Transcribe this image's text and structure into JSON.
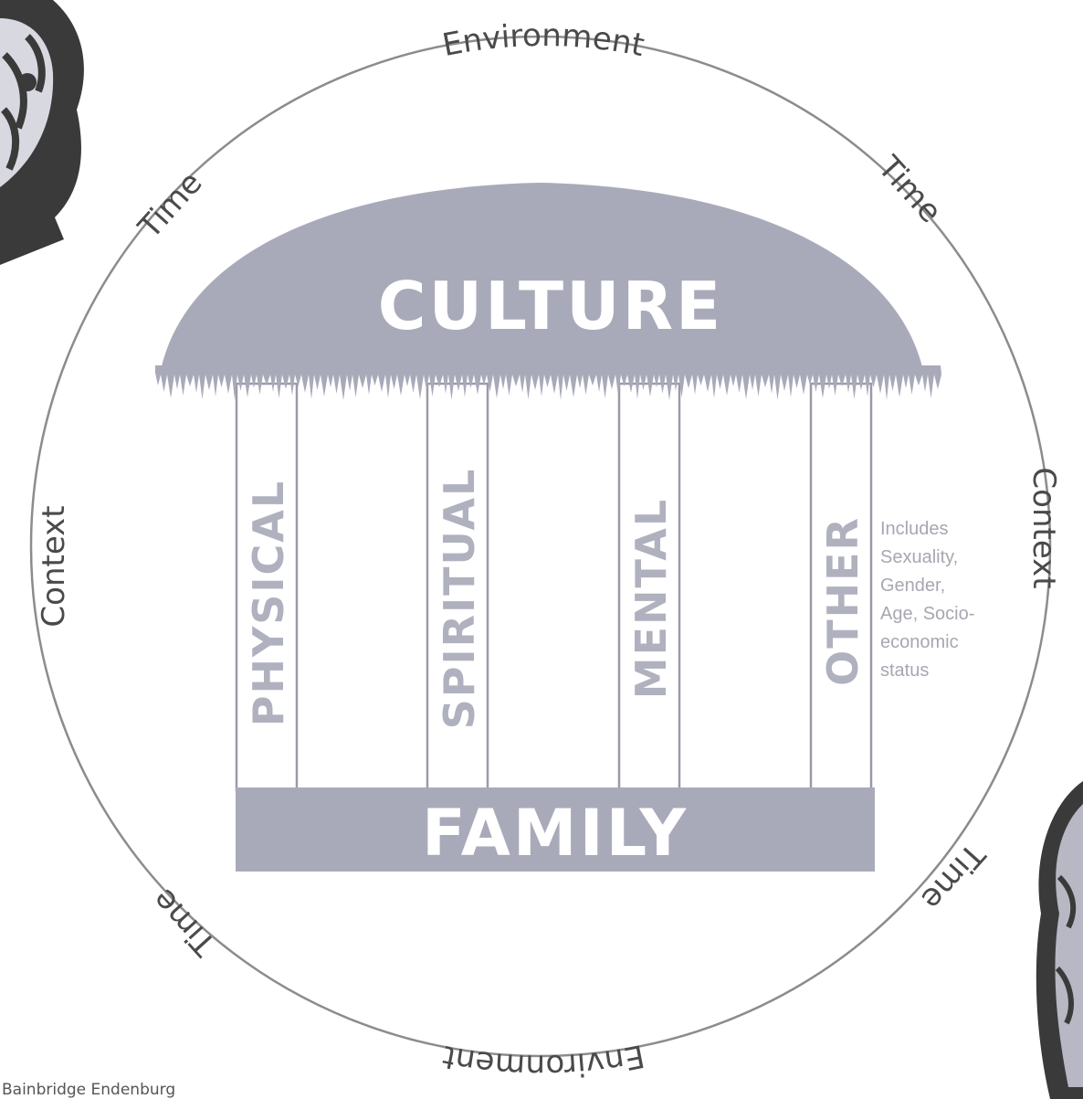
{
  "diagram": {
    "ring": {
      "top": "Environment",
      "bottom": "Environment",
      "left": "Context",
      "right": "Context",
      "upper_left": "Time",
      "upper_right": "Time",
      "lower_left": "Time",
      "lower_right": "Time"
    },
    "roof_label": "CULTURE",
    "base_label": "FAMILY",
    "pillars": [
      "PHYSICAL",
      "SPIRITUAL",
      "MENTAL",
      "OTHER"
    ],
    "other_note": [
      "Includes",
      "Sexuality,",
      "Gender,",
      "Age, Socio-",
      "economic",
      "status"
    ],
    "credit": "Bainbridge Endenburg"
  },
  "colors": {
    "roof": "#a9aab9",
    "base": "#a9aab9",
    "pillar_text": "#b0b1be",
    "circle": "#8c8c8c",
    "ring_text": "#4a4a4a"
  }
}
